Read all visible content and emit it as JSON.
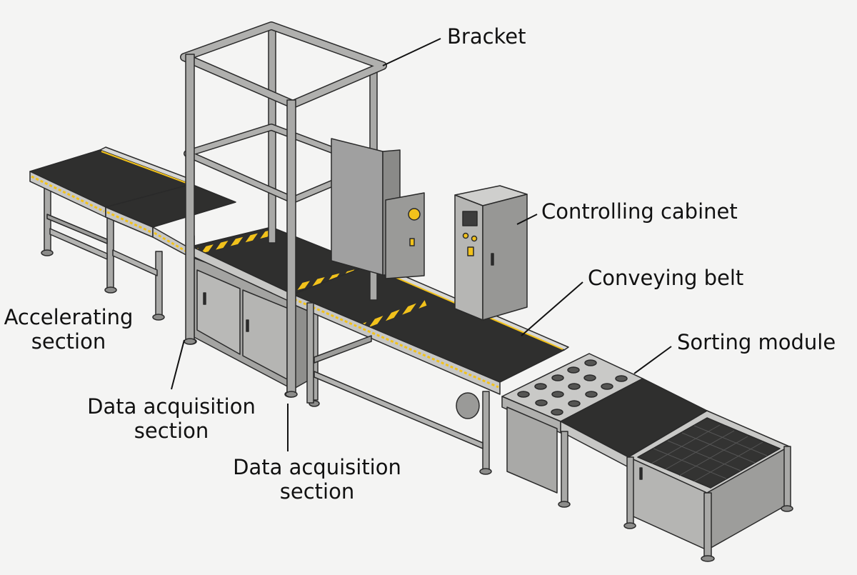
{
  "diagram": {
    "title": "Sorting conveyor system",
    "colors": {
      "background": "#f4f4f3",
      "frame": "#a9a9a7",
      "frame_dark": "#7d7d7b",
      "belt": "#2f2f2e",
      "stripe": "#f2c21b",
      "cabinet": "#a3a3a1",
      "outline": "#2a2a2a"
    },
    "labels": {
      "bracket": "Bracket",
      "controlling_cabinet": "Controlling cabinet",
      "conveying_belt": "Conveying belt",
      "sorting_module": "Sorting module",
      "accelerating_line1": "Accelerating",
      "accelerating_line2": "section",
      "daq1_line1": "Data acquisition",
      "daq1_line2": "section",
      "daq2_line1": "Data acquisition",
      "daq2_line2": "section"
    },
    "components": [
      "bracket",
      "controlling-cabinet",
      "conveying-belt",
      "sorting-module",
      "accelerating-section",
      "data-acquisition-section",
      "data-acquisition-section"
    ]
  }
}
